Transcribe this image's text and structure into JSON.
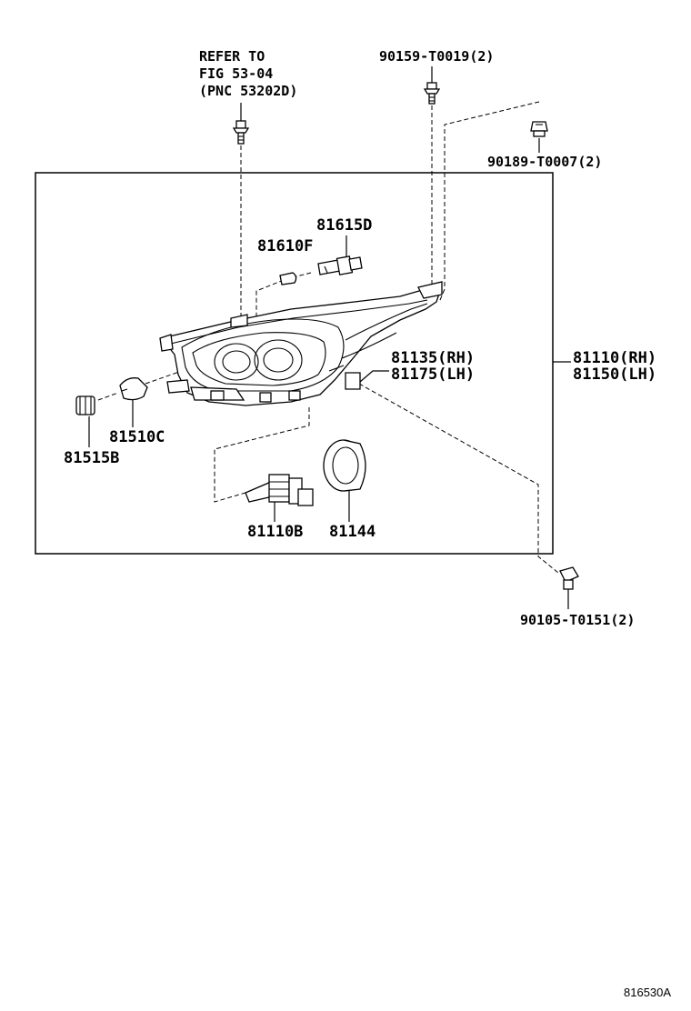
{
  "labels": {
    "refer_line1": "REFER TO",
    "refer_line2": "FIG 53-04",
    "refer_line3": "(PNC 53202D)",
    "bolt_top": "90159-T0019(2)",
    "bolt_right": "90189-T0007(2)",
    "bulb_81615d": "81615D",
    "bulb_81610f": "81610F",
    "housing_rh": "81135(RH)",
    "housing_lh": "81175(LH)",
    "assy_rh": "81110(RH)",
    "assy_lh": "81150(LH)",
    "bulb_81510c": "81510C",
    "socket_81515b": "81515B",
    "bulb_81110b": "81110B",
    "cap_81144": "81144",
    "screw_bottom": "90105-T0151(2)",
    "diagram_code": "816530A"
  }
}
